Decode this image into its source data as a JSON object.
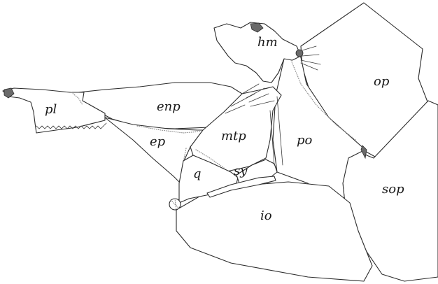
{
  "labels": {
    "pl": "pl",
    "enp": "enp",
    "ep": "ep",
    "mtp": "mtp",
    "q": "q",
    "sy": "sy",
    "hm": "hm",
    "po": "po",
    "op": "op",
    "sop": "sop",
    "io": "io"
  }
}
